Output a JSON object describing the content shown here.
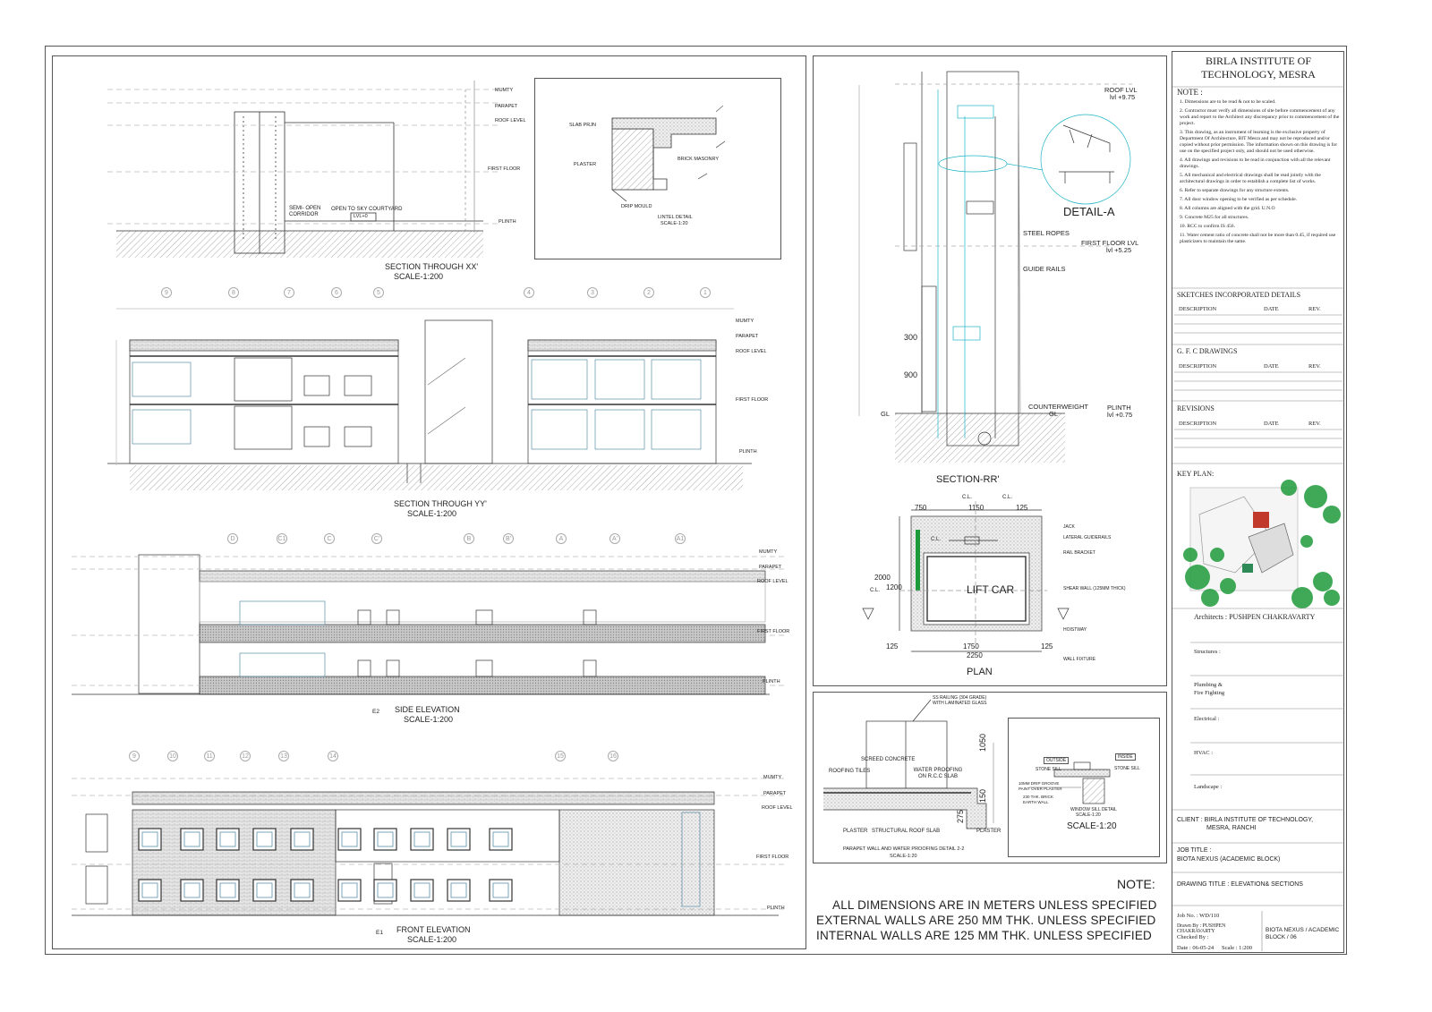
{
  "sections": {
    "xx": {
      "title": "SECTION THROUGH XX'",
      "scale": "SCALE-1:200"
    },
    "yy": {
      "title": "SECTION THROUGH YY'",
      "scale": "SCALE-1:200"
    },
    "side": {
      "title": "SIDE ELEVATION",
      "scale": "SCALE-1:200",
      "tag": "E2"
    },
    "front": {
      "title": "FRONT ELEVATION",
      "scale": "SCALE-1:200",
      "tag": "E1"
    },
    "rr": {
      "title": "SECTION-RR'"
    },
    "plan": {
      "title": "PLAN"
    },
    "lintel": {
      "title": "LINTEL DETAIL",
      "scale": "SCALE-1:20"
    },
    "parapet": {
      "title": "PARAPET WALL AND WATER PROOFING DETAIL 2-2",
      "scale": "SCALE-1:20"
    },
    "window_sill": {
      "title": "WINDOW SILL DETAIL",
      "scale": "SCALE-1:20",
      "scale_large": "SCALE-1:20"
    }
  },
  "xx_labels": {
    "mumty": "MUMTY",
    "parapet": "PARAPET",
    "roof_level": "ROOF LEVEL",
    "first_floor": "FIRST FLOOR",
    "plinth": "PLINTH",
    "semi_open": "SEMI- OPEN",
    "corridor": "CORRIDOR",
    "courtyard": "OPEN TO SKY COURTYARD",
    "lvl": "LVL+0"
  },
  "lintel_labels": {
    "slab": "SLAB PRJN",
    "plaster": "PLASTER",
    "brick": "BRICK MASONRY",
    "drip": "DRIP MOULD"
  },
  "elevation_labels": {
    "mumty": "MUMTY",
    "parapet": "PARAPET",
    "roof_level": "ROOF LEVEL",
    "first_floor": "FIRST FLOOR",
    "plinth": "PLINTH"
  },
  "grid_yy": [
    "9",
    "8",
    "7",
    "6",
    "5",
    "4",
    "3",
    "2",
    "1"
  ],
  "grid_side": [
    "D",
    "C1",
    "C",
    "C'",
    "B",
    "B'",
    "A",
    "A'",
    "A1"
  ],
  "grid_front": [
    "9",
    "10",
    "11",
    "12",
    "13",
    "14",
    "15",
    "16"
  ],
  "rr_labels": {
    "roof": "ROOF LVL",
    "roof_val": "lvl +9.75",
    "detail": "DETAIL-A",
    "steel": "STEEL ROPES",
    "first": "FIRST FLOOR LVL",
    "first_val": "lvl +5.25",
    "guide": "GUIDE RAILS",
    "d300": "300",
    "d900": "900",
    "counter": "COUNTERWEIGHT",
    "gl": "GL",
    "gl2": "GL",
    "plinth": "PLINTH",
    "plinth_val": "lvl +0.75"
  },
  "plan_labels": {
    "d750": "750",
    "d1150": "1150",
    "d125a": "125",
    "d2000": "2000",
    "d1200": "1200",
    "d125b": "125",
    "d1750": "1750",
    "d125c": "125",
    "d2250": "2250",
    "cl": "C.L.",
    "lift": "LIFT CAR",
    "jack": "JACK",
    "lateral": "LATERAL GUIDERAILS",
    "rail": "RAIL BRACKET",
    "shear": "SHEAR WALL (125MM THICK)",
    "hoist": "HOISTWAY",
    "fixture": "WALL FIXTURE"
  },
  "parapet_labels": {
    "railing": "SS RAILING (304 GRADE) WITH LAMINATED GLASS",
    "screed": "SCREED CONCRETE",
    "tiles": "ROOFING TILES",
    "wp": "WATER PROOFING ON R.C.C SLAB",
    "slab": "STRUCTURAL ROOF SLAB",
    "plaster": "PLASTER",
    "plaster2": "PLASTER",
    "d1050": "1050",
    "d150": "150",
    "d275": "275"
  },
  "sill_labels": {
    "outside": "OUTSIDE",
    "inside": "INSIDE",
    "stone": "STONE SILL",
    "stone2": "STONE SILL",
    "wall": "230 THK. BRICK EARTH WALL",
    "groove": "10MM DRIP GROOVE PAINT OVER PLASTER"
  },
  "big_note": {
    "heading": "NOTE:",
    "lines": [
      "ALL DIMENSIONS ARE IN METERS UNLESS SPECIFIED",
      "EXTERNAL WALLS ARE 250 MM THK. UNLESS SPECIFIED",
      "INTERNAL WALLS  ARE 125 MM THK. UNLESS SPECIFIED"
    ]
  },
  "title_block": {
    "institute": [
      "BIRLA INSTITUTE OF",
      "TECHNOLOGY, MESRA"
    ],
    "note_heading": "NOTE :",
    "notes": [
      "Dimensions are to be read & not to be scaled.",
      "Contractor must verify all dimensions of site before commencement of any work and report to the Architect any discrepancy prior to commencement of the project.",
      "This drawing, as an instrument of learning is the exclusive property of Department Of Architecture, BIT Mesra and may not be reproduced and/or copied without prior permission. The information shown on this drawing is for use on the specified project only, and should not be used otherwise.",
      "All drawings and revisions to be read in conjunction with all the relevant drawings.",
      "All mechanical and electrical drawings shall be read jointly with the architectural drawings in order to establish a complete list of works.",
      "Refer to separate drawings for any structure extents.",
      "All door window opening to be verified as per schedule.",
      "All columns are aligned with the grid. U.N.O",
      "Concrete M25 for all structures.",
      "RCC to confirm IS 456.",
      "Water cement ratio of concrete shall not be more than 0.45, if required use plasticizers to maintain the same."
    ],
    "sketches": "SKETCHES INCORPORATED DETAILS",
    "gfc": "G. F. C DRAWINGS",
    "revisions": "REVISIONS",
    "col_desc": "DESCRIPTION",
    "col_date": "DATE",
    "col_rev": "REV.",
    "key_plan": "KEY PLAN:",
    "architects": "Architects : PUSHPEN CHAKRAVARTY",
    "structures": "Structures :",
    "plumbing": [
      "Plumbing &",
      "Fire Fighting"
    ],
    "electrical": "Electrical :",
    "hvac": "HVAC :",
    "landscape": "Landscape :",
    "client": [
      "CLIENT : BIRLA INSTITUTE OF TECHNOLOGY,",
      "MESRA, RANCHI"
    ],
    "job_title_label": "JOB TITLE :",
    "job_title": "BIOTA NEXUS (ACADEMIC BLOCK)",
    "drawing_title": "DRAWING TITLE : ELEVATION& SECTIONS",
    "job_no": "Job No. : WD/110",
    "drawn_by": "Drawn By : PUSHPEN CHAKRAVARTY",
    "checked_by": "Checked By :",
    "date": "Date : 06-05-24",
    "scale": "Scale : 1:200",
    "sheet": [
      "BIOTA NEXUS / ACADEMIC",
      "BLOCK / 06"
    ]
  },
  "colors": {
    "window": "#5a8fa8",
    "detail_cyan": "#1fb5c6",
    "tree": "#1f9a3a",
    "line": "#333333",
    "hatch": "#9a9a9a"
  }
}
